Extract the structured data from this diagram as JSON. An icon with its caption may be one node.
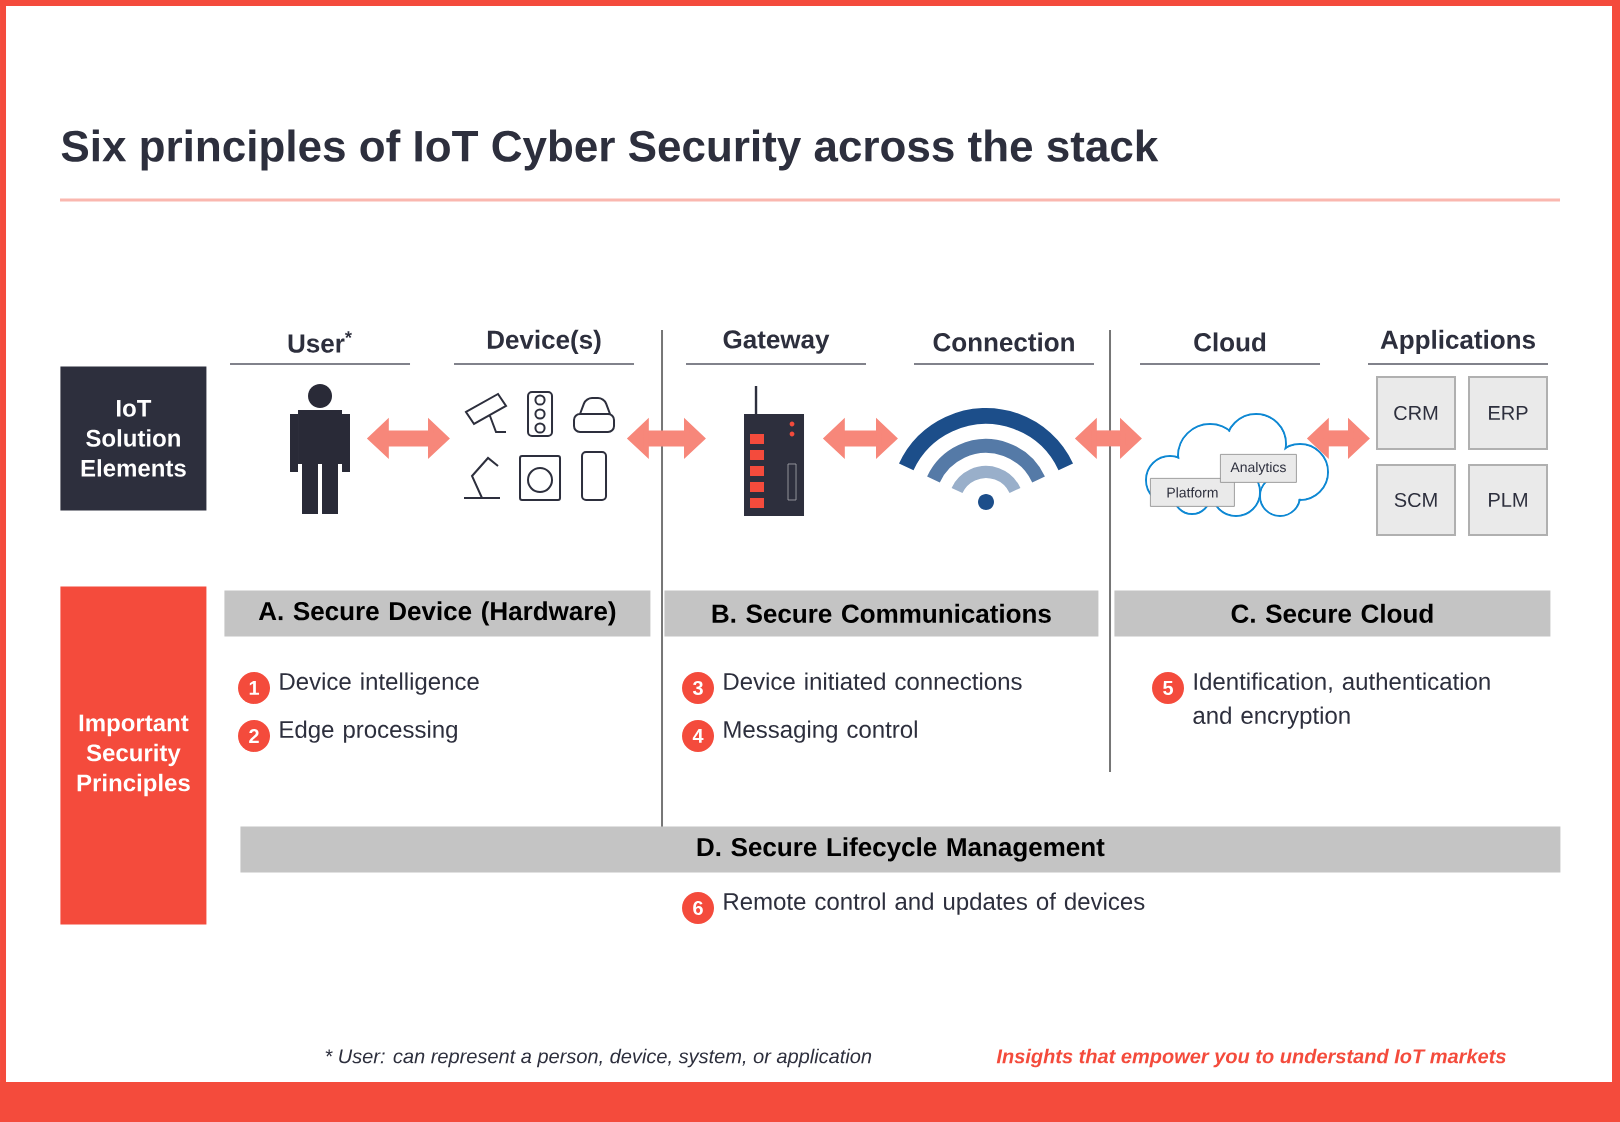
{
  "diagram": {
    "title": "Six principles of IoT Cyber Security across the stack",
    "nodes": [
      {
        "text": [
          "IoT Solution Elements"
        ]
      },
      {
        "text": [
          "User$^{*}$"
        ]
      },
      {
        "text": [
          "Device(s)"
        ]
      },
      {
        "text": [
          "Gateway"
        ]
      },
      {
        "text": [
          "Connection"
        ]
      },
      {
        "text": [
          "Cloud"
        ]
      },
      {
        "text": [
          "Platform"
        ],
        "in": 5
      },
      {
        "text": [
          "Analytics"
        ],
        "in": 5
      },
      {
        "text": [
          "Applications"
        ]
      },
      {
        "text": [
          "CRM"
        ],
        "in": 8
      },
      {
        "text": [
          "ERP"
        ],
        "in": 8
      },
      {
        "text": [
          "SCM"
        ],
        "in": 8
      },
      {
        "text": [
          "PLM"
        ],
        "in": 8
      },
      {
        "text": [
          "Important Security Principles"
        ]
      },
      {
        "text": [
          "A. Secure Device (Hardware)"
        ]
      },
      {
        "text": [
          "B. Secure Communications"
        ]
      },
      {
        "text": [
          "C. Secure Cloud"
        ]
      },
      {
        "text": [
          "D. Secure Lifecycle Management"
        ]
      }
    ],
    "edges": [
      {
        "from": 1,
        "to": 2,
        "arrow": "both"
      },
      {
        "from": 2,
        "to": 3,
        "arrow": "both"
      },
      {
        "from": 3,
        "to": 4,
        "arrow": "both"
      },
      {
        "from": 4,
        "to": 5,
        "arrow": "both"
      },
      {
        "from": 5,
        "to": 8,
        "arrow": "both"
      }
    ],
    "labels": [
      "1",
      "Device intelligence",
      "2",
      "Edge processing",
      "3",
      "Device initiated connections",
      "4",
      "Messaging control",
      "5",
      "Identification, authentication and encryption",
      "6",
      "Remote control and updates of devices",
      "* User: can represent a person, device, system, or application",
      "Insights that empower you to understand IoT markets"
    ]
  }
}
